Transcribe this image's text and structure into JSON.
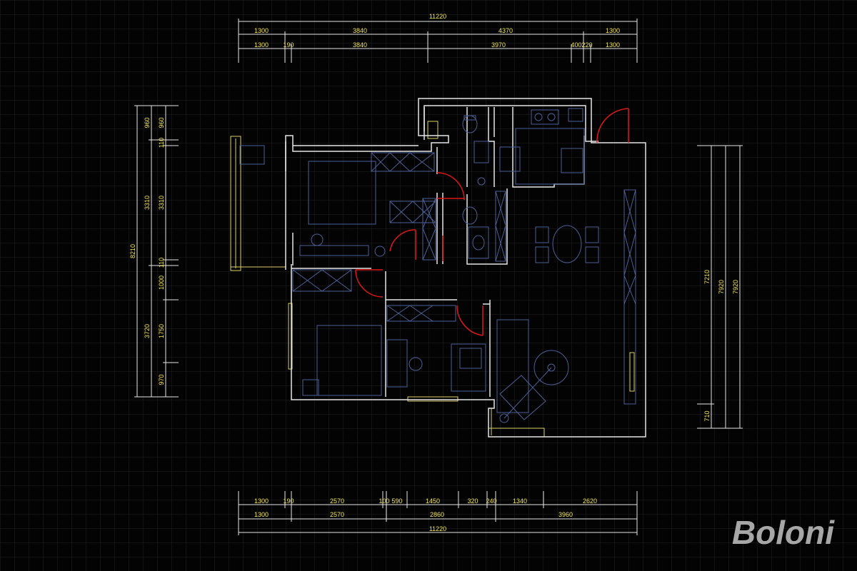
{
  "dimensions": {
    "top": {
      "total": "11220",
      "row1": [
        "1300",
        "3840",
        "4370",
        "1300"
      ],
      "row2": [
        "1300",
        "190",
        "3840",
        "3970",
        "400",
        "220",
        "1300"
      ]
    },
    "bottom": {
      "row1": [
        "1300",
        "190",
        "2570",
        "100",
        "590",
        "1450",
        "320",
        "240",
        "1340",
        "2620"
      ],
      "row2": [
        "1300",
        "2570",
        "2860",
        "3960"
      ],
      "total": "11220"
    },
    "left": {
      "total": "8210",
      "col1": [
        "960",
        "3310",
        "3720"
      ],
      "col2": [
        "960",
        "110",
        "3310",
        "110",
        "1000",
        "1750",
        "970"
      ]
    },
    "right": {
      "col1": [
        "7210",
        "710"
      ],
      "col2": "7920",
      "col3": "7920"
    }
  },
  "watermark": "Boloni",
  "colors": {
    "background": "#030303",
    "grid": "#262626",
    "wall": "#e6e6e6",
    "furniture": "#4d5f96",
    "door": "#e01818",
    "window": "#d8cf6a",
    "dimension_text": "#f3e65a"
  }
}
